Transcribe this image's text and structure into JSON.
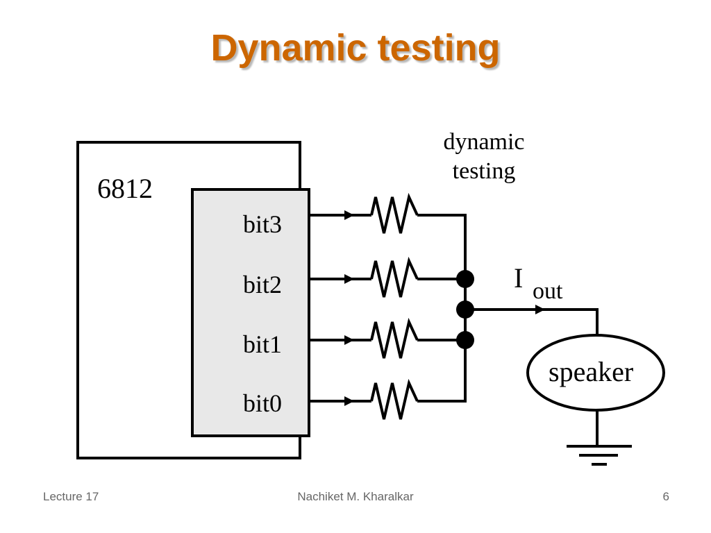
{
  "slide": {
    "title": "Dynamic testing",
    "footer_left": "Lecture 17",
    "footer_center": "Nachiket M. Kharalkar",
    "page_number": "6"
  },
  "diagram": {
    "chip_label": "6812",
    "port_bits": [
      "bit3",
      "bit2",
      "bit1",
      "bit0"
    ],
    "annotation_line1": "dynamic",
    "annotation_line2": "testing",
    "current_symbol": "I",
    "current_subscript": "out",
    "load_label": "speaker"
  }
}
